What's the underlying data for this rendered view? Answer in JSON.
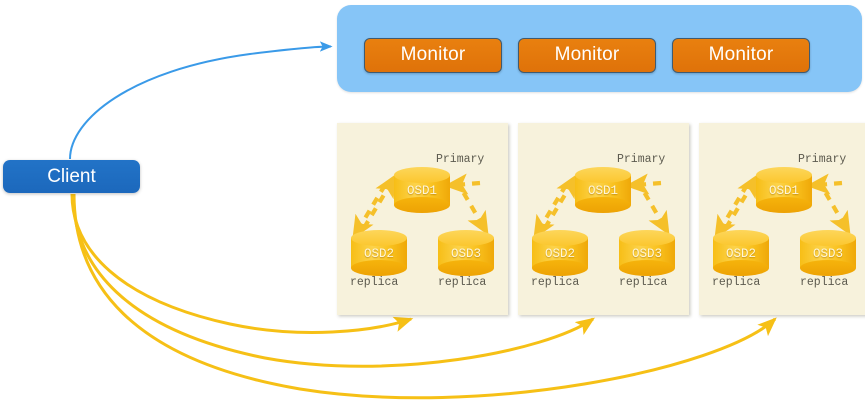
{
  "diagram": {
    "title": "Ceph client / monitor / OSD replication diagram",
    "colors": {
      "client_blue": "#1C68BC",
      "monitor_panel_blue": "#86C5F7",
      "monitor_button_orange": "#E9800F",
      "osd_panel_cream": "#F7F2DC",
      "osd_cylinder_gold": "#F9C11E",
      "client_monitor_arrow_blue": "#3A9AE8",
      "client_osd_arrow_yellow": "#F6C016",
      "osd_dashed_arrow_yellow": "#F5C02A",
      "caption_text": "#5C5A4E"
    }
  },
  "client": {
    "label": "Client"
  },
  "monitor_cluster": {
    "monitors": [
      {
        "label": "Monitor"
      },
      {
        "label": "Monitor"
      },
      {
        "label": "Monitor"
      }
    ]
  },
  "osd_groups": [
    {
      "primary_caption": "Primary",
      "nodes": [
        {
          "label": "OSD1",
          "role": "primary"
        },
        {
          "label": "OSD2",
          "role": "replica"
        },
        {
          "label": "OSD3",
          "role": "replica"
        }
      ],
      "replica_caption_left": "replica",
      "replica_caption_right": "replica"
    },
    {
      "primary_caption": "Primary",
      "nodes": [
        {
          "label": "OSD1",
          "role": "primary"
        },
        {
          "label": "OSD2",
          "role": "replica"
        },
        {
          "label": "OSD3",
          "role": "replica"
        }
      ],
      "replica_caption_left": "replica",
      "replica_caption_right": "replica"
    },
    {
      "primary_caption": "Primary",
      "nodes": [
        {
          "label": "OSD1",
          "role": "primary"
        },
        {
          "label": "OSD2",
          "role": "replica"
        },
        {
          "label": "OSD3",
          "role": "replica"
        }
      ],
      "replica_caption_left": "replica",
      "replica_caption_right": "replica"
    }
  ],
  "connectors": {
    "client_to_monitor": {
      "style": "solid-curve",
      "arrowheads": 1
    },
    "client_to_osd": {
      "style": "solid-curve",
      "count": 3,
      "arrowheads": 1
    },
    "osd_internal": {
      "style": "dashed",
      "note": "bidirectional replication between primary and replicas"
    }
  }
}
